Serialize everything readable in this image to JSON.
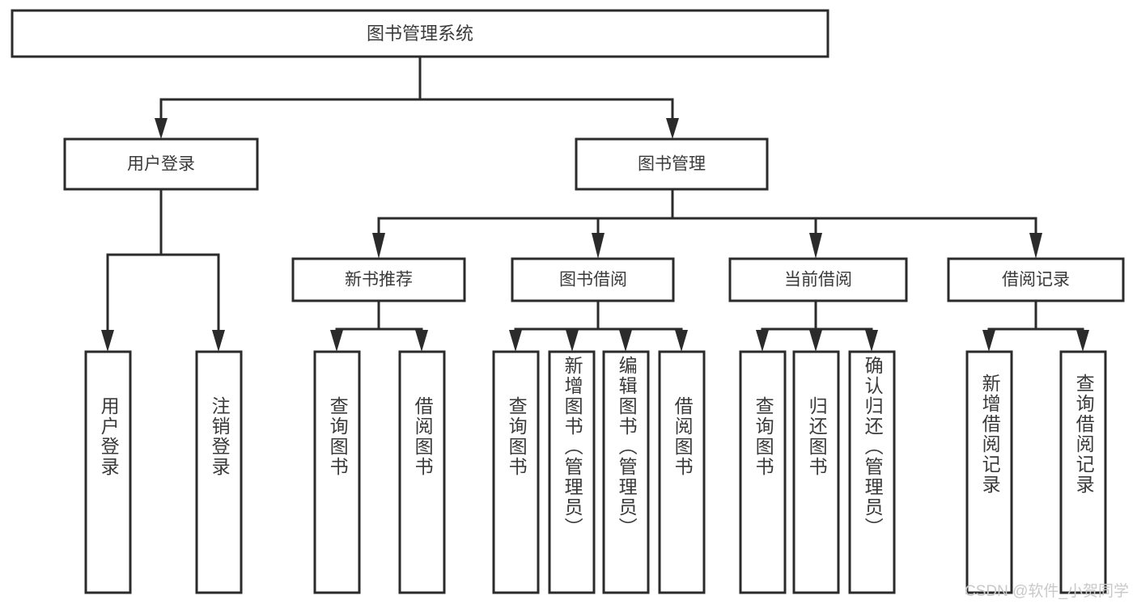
{
  "diagram": {
    "type": "tree-hierarchy",
    "title": "图书管理系统",
    "levels": {
      "root": {
        "label": "图书管理系统"
      },
      "level2": [
        {
          "label": "用户登录"
        },
        {
          "label": "图书管理"
        }
      ],
      "level3": [
        {
          "label": "新书推荐"
        },
        {
          "label": "图书借阅"
        },
        {
          "label": "当前借阅"
        },
        {
          "label": "借阅记录"
        }
      ],
      "leaves": {
        "user_login": [
          {
            "label": "用户登录"
          },
          {
            "label": "注销登录"
          }
        ],
        "new_book_recommend": [
          {
            "label": "查询图书"
          },
          {
            "label": "借阅图书"
          }
        ],
        "book_borrow": [
          {
            "label": "查询图书"
          },
          {
            "label": "新增图书（管理员）"
          },
          {
            "label": "编辑图书（管理员）"
          },
          {
            "label": "借阅图书"
          }
        ],
        "current_borrow": [
          {
            "label": "查询图书"
          },
          {
            "label": "归还图书"
          },
          {
            "label": "确认归还（管理员）"
          }
        ],
        "borrow_record": [
          {
            "label": "新增借阅记录"
          },
          {
            "label": "查询借阅记录"
          }
        ]
      }
    },
    "watermark": "CSDN @软件_小贺同学",
    "colors": {
      "stroke": "#2b2b2b",
      "fill": "#ffffff",
      "text": "#3a3a3a",
      "watermark": "#c9c9c9",
      "background": "#ffffff"
    }
  }
}
